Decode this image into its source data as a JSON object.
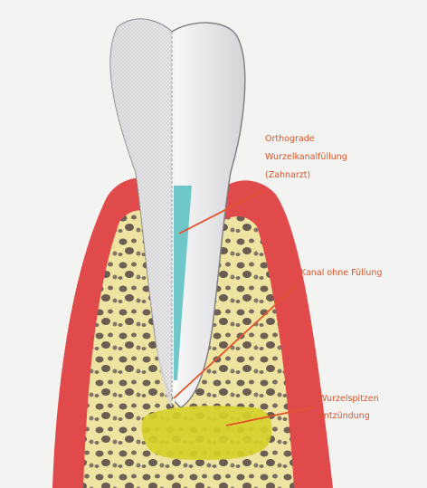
{
  "labels": {
    "filling_line1": "Orthograde",
    "filling_line2": "Wurzelkanalfüllung",
    "filling_line3": "(Zahnarzt)",
    "canal": "Kanal ohne Füllung",
    "inflammation_line1": "Wurzelspitzen",
    "inflammation_line2": "entzündung"
  },
  "colors": {
    "background": "#f3f3f1",
    "gum": "#e04a4a",
    "bone": "#efe3a2",
    "tooth": "#e9e9ea",
    "filling": "#6fc7c9",
    "inflammation": "#d6d12a",
    "leader_line": "#e2552a",
    "label_text": "#d9542b"
  }
}
